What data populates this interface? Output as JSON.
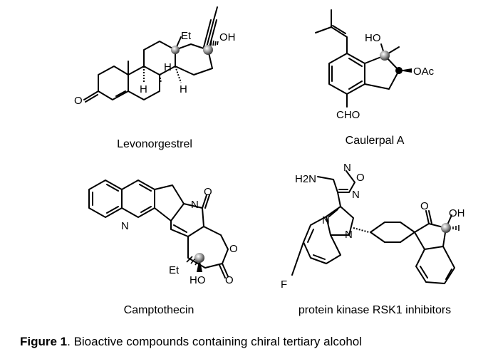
{
  "compounds": [
    {
      "name": "Levonorgestrel",
      "labels": {
        "et": "Et",
        "oh": "OH",
        "ketone_o": "O",
        "h1": "H",
        "h2": "H",
        "h3": "H"
      }
    },
    {
      "name": "Caulerpal A",
      "labels": {
        "ho": "HO",
        "oac": "OAc",
        "cho": "CHO"
      }
    },
    {
      "name": "Camptothecin",
      "labels": {
        "n_ring": "N",
        "n_quin": "N",
        "o_amide": "O",
        "o_lactone": "O",
        "o_carbonyl": "O",
        "et": "Et",
        "ho": "HO"
      }
    },
    {
      "name": "protein kinase RSK1 inhibitors",
      "labels": {
        "h2n": "H2N",
        "n_ox1": "N",
        "o_ox": "O",
        "n_ox2": "N",
        "n_im1": "N",
        "n_im2": "N",
        "f": "F",
        "o_ketone": "O",
        "oh": "OH"
      }
    }
  ],
  "caption": {
    "label": "Figure 1",
    "text": ". Bioactive compounds containing chiral tertiary alcohol"
  }
}
